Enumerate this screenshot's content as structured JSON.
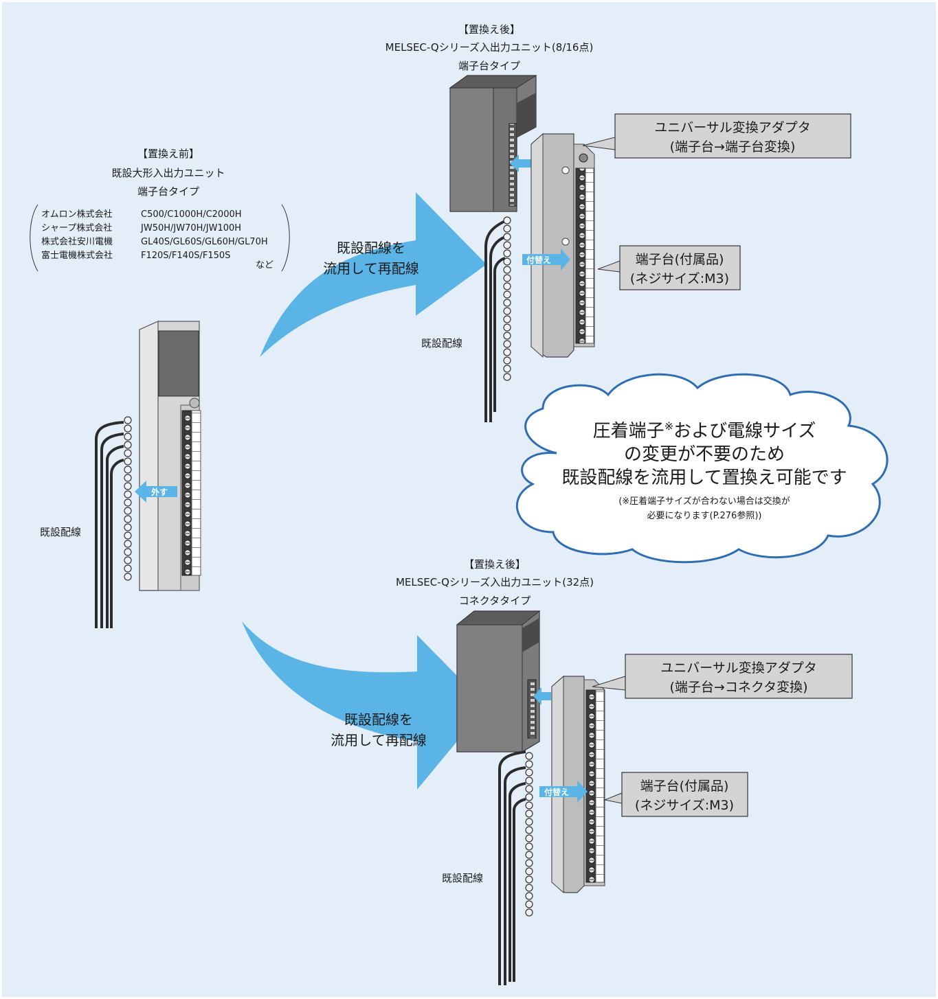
{
  "before": {
    "bracket": "【置換え前】",
    "title": "既設大形入出力ユニット",
    "type": "端子台タイプ",
    "manufacturers": [
      {
        "company": "オムロン株式会社",
        "models": "C500/C1000H/C2000H"
      },
      {
        "company": "シャープ株式会社",
        "models": "JW50H/JW70H/JW100H"
      },
      {
        "company": "株式会社安川電機",
        "models": "GL40S/GL60S/GL60H/GL70H"
      },
      {
        "company": "富士電機株式会社",
        "models": "F120S/F140S/F150S"
      }
    ],
    "etc": "など",
    "remove_label": "外す",
    "wiring_label": "既設配線"
  },
  "after_top": {
    "bracket": "【置換え後】",
    "title": "MELSEC-Qシリーズ入出力ユニット(8/16点)",
    "type": "端子台タイプ",
    "adapter_line1": "ユニバーサル変換アダプタ",
    "adapter_line2": "(端子台→端子台変換)",
    "terminal_line1": "端子台(付属品)",
    "terminal_line2": "(ネジサイズ:M3)",
    "reattach_label": "付替え",
    "wiring_label": "既設配線"
  },
  "after_bottom": {
    "bracket": "【置換え後】",
    "title": "MELSEC-Qシリーズ入出力ユニット(32点)",
    "type": "コネクタタイプ",
    "adapter_line1": "ユニバーサル変換アダプタ",
    "adapter_line2": "(端子台→コネクタ変換)",
    "terminal_line1": "端子台(付属品)",
    "terminal_line2": "(ネジサイズ:M3)",
    "reattach_label": "付替え",
    "wiring_label": "既設配線"
  },
  "arrows": {
    "top_line1": "既設配線を",
    "top_line2": "流用して再配線",
    "bottom_line1": "既設配線を",
    "bottom_line2": "流用して再配線"
  },
  "cloud": {
    "line1_a": "圧着端子",
    "line1_mark": "※",
    "line1_b": "および電線サイズ",
    "line2": "の変更が不要のため",
    "line3": "既設配線を流用して置換え可能です",
    "note1": "(※圧着端子サイズが合わない場合は交換が",
    "note2": "必要になります(P.276参照))"
  },
  "colors": {
    "background": "#e3eef8",
    "arrow_blue": "#5ab4e6",
    "box_fill": "#d4d4d4",
    "unit_gray": "#d6d6d6",
    "unit_dark": "#6a6a6a"
  }
}
